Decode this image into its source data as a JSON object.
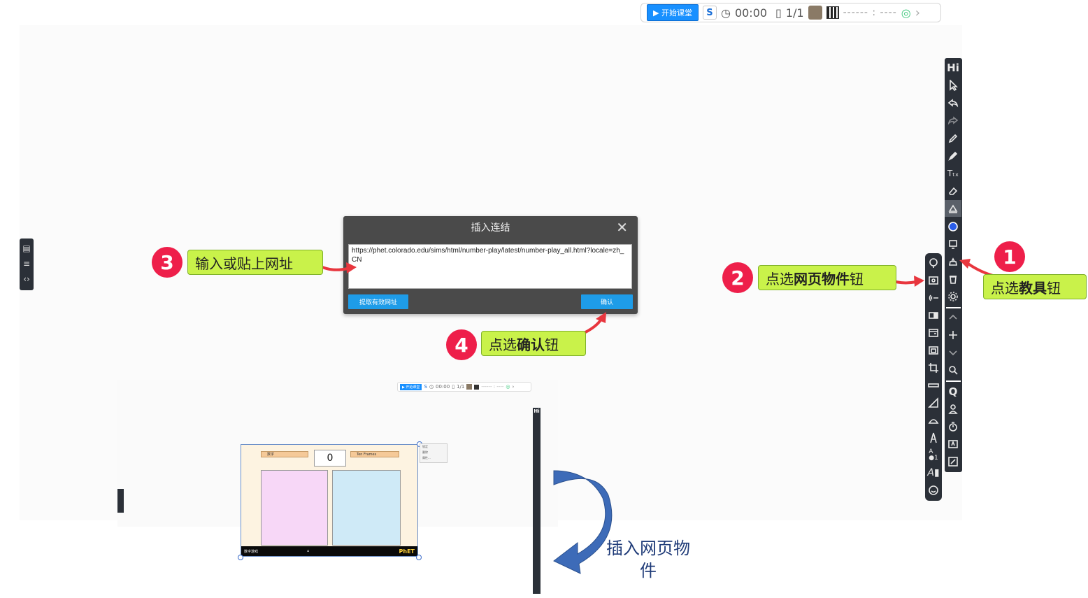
{
  "topbar": {
    "start_label": "▶ 开始课堂",
    "timer": "00:00",
    "pages": "1/1",
    "signal_text": "------ : ----",
    "icons": [
      "sync-icon",
      "clock-icon",
      "page-icon",
      "avatar",
      "qr-code-icon",
      "signal-icon",
      "chevron-right-icon"
    ]
  },
  "toolbar_main": {
    "hi_label": "Hi",
    "icons": [
      "cursor-icon",
      "undo-icon",
      "redo-icon",
      "pen-icon",
      "marker-icon",
      "text-icon",
      "eraser-icon",
      "fill-icon",
      "palette-icon",
      "screen-icon",
      "teaching-tools-icon",
      "trash-icon",
      "settings-icon",
      "page-up-icon",
      "add-page-icon",
      "page-down-icon",
      "zoom-icon",
      "q-icon",
      "user-icon",
      "timer-icon",
      "text-box-icon",
      "export-icon"
    ]
  },
  "toolbar_tools": {
    "icons": [
      "brain-icon",
      "webpage-icon",
      "broadcast-icon",
      "media-icon",
      "window-icon",
      "frame-icon",
      "crop-icon",
      "ruler-icon",
      "triangle-ruler-icon",
      "protractor-icon",
      "compass-icon",
      "text-size-icon",
      "shape-icon",
      "emoji-icon"
    ]
  },
  "leftbar": {
    "icons": [
      "file-icon",
      "list-icon",
      "code-icon"
    ]
  },
  "dialog": {
    "title": "插入连结",
    "url": "https://phet.colorado.edu/sims/html/number-play/latest/number-play_all.html?locale=zh_CN",
    "extract_button": "提取有效网址",
    "confirm_button": "确认"
  },
  "callouts": {
    "step1": {
      "number": "1",
      "text_pre": "点选",
      "text_bold": "教具",
      "text_post": "钮"
    },
    "step2": {
      "number": "2",
      "text_pre": "点选",
      "text_bold": "网页物件",
      "text_post": "钮"
    },
    "step3": {
      "number": "3",
      "text_pre": "输入或贴上网址",
      "text_bold": "",
      "text_post": ""
    },
    "step4": {
      "number": "4",
      "text_pre": "点选",
      "text_bold": "确认",
      "text_post": "钮"
    }
  },
  "thumbnail": {
    "start_label": "▶ 开始课堂",
    "timer": "00:00",
    "pages": "1/1",
    "sim_counter": "0",
    "sim_header_left": "数字",
    "sim_header_right": "Ten Frames",
    "sim_footer_title": "数字游戏",
    "sim_brand": "PhET",
    "context_menu": [
      "锁定",
      "删除",
      "属性..."
    ]
  },
  "big_label": {
    "line1": "插入网页物",
    "line2": "件"
  },
  "colors": {
    "toolbar_bg": "#2b3038",
    "callout_bg": "#c9f24a",
    "number_badge": "#ee1f4a",
    "arrow": "#e8363e",
    "dialog_button": "#1e9ce8",
    "curved_arrow": "#3d6bb8"
  }
}
